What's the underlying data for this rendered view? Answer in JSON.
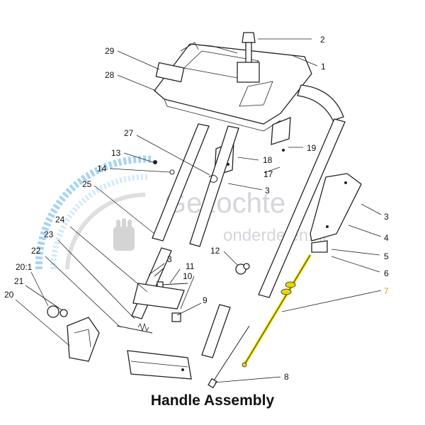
{
  "title": "Handle Assembly",
  "watermark": {
    "line1": "Gezochte",
    "line2": "onderdelen.nl"
  },
  "highlight_color": "#e8d800",
  "callouts": {
    "c1": "1",
    "c2": "2",
    "c3a": "3",
    "c3b": "3",
    "c3c": "3",
    "c4": "4",
    "c5": "5",
    "c6": "6",
    "c7": "7",
    "c8": "8",
    "c9": "9",
    "c10": "10",
    "c11": "11",
    "c12": "12",
    "c13": "13",
    "c14": "14",
    "c17": "17",
    "c18": "18",
    "c19": "19",
    "c20": "20",
    "c20_1": "20:1",
    "c21": "21",
    "c22": "22",
    "c23": "23",
    "c24": "24",
    "c25": "25",
    "c27": "27",
    "c28": "28",
    "c29": "29"
  }
}
